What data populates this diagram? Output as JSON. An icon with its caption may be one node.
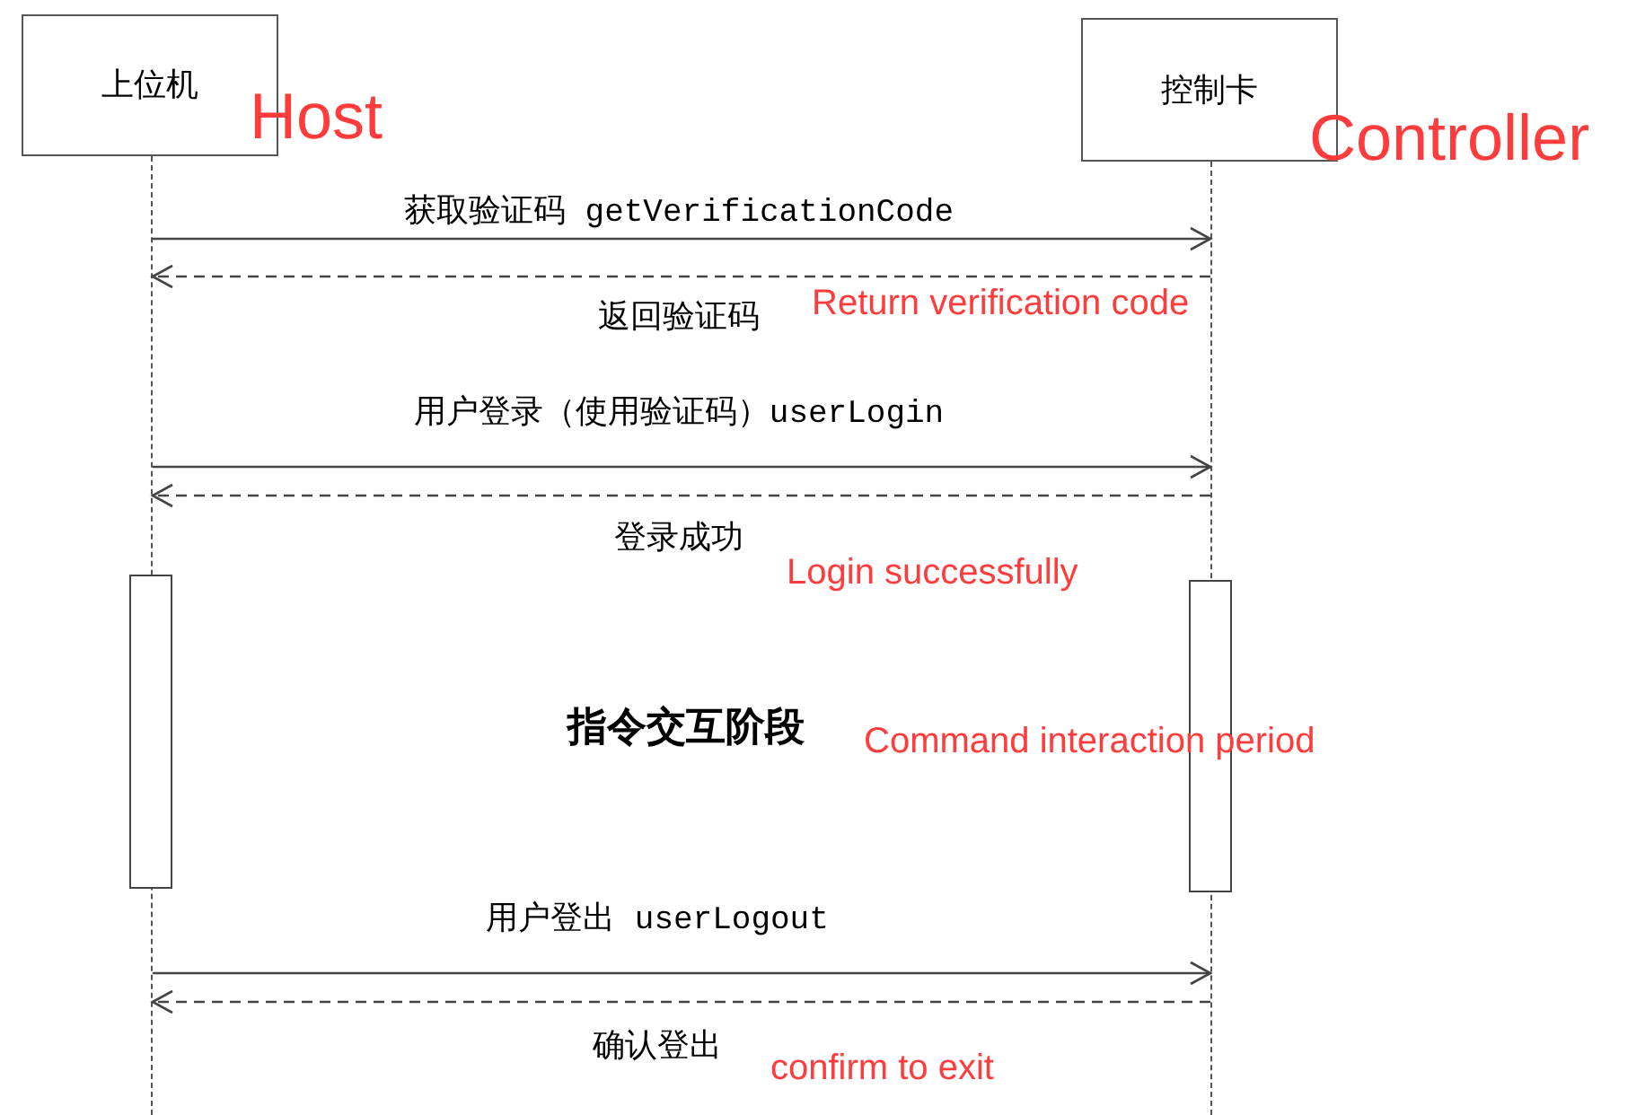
{
  "diagram": {
    "nodes": [
      {
        "text": [
          "上位机"
        ],
        "beside": [
          "Host"
        ]
      },
      {
        "text": [
          "控制卡"
        ],
        "beside": [
          "Controller"
        ]
      },
      {
        "text": [],
        "shape": "line"
      },
      {
        "text": [],
        "shape": "line"
      },
      {
        "text": [],
        "shape": "bar"
      },
      {
        "text": [],
        "shape": "bar"
      }
    ],
    "edges": [
      {
        "from": 2,
        "to": 3,
        "arrow": "to",
        "label": "获取验证码 getVerificationCode"
      },
      {
        "from": 3,
        "to": 2,
        "arrow": "to",
        "style": "dashed",
        "label": "返回验证码"
      },
      {
        "from": 2,
        "to": 3,
        "arrow": "to",
        "label": "用户登录（使用验证码）userLogin"
      },
      {
        "from": 3,
        "to": 2,
        "arrow": "to",
        "style": "dashed",
        "label": "登录成功"
      },
      {
        "from": 2,
        "to": 3,
        "arrow": "to",
        "label": "用户登出 userLogout"
      },
      {
        "from": 3,
        "to": 2,
        "arrow": "to",
        "style": "dashed",
        "label": "确认登出"
      }
    ],
    "labels": [
      "Return verification code",
      "Login successfully",
      "指令交互阶段",
      "Command interaction period",
      "confirm to exit"
    ]
  }
}
